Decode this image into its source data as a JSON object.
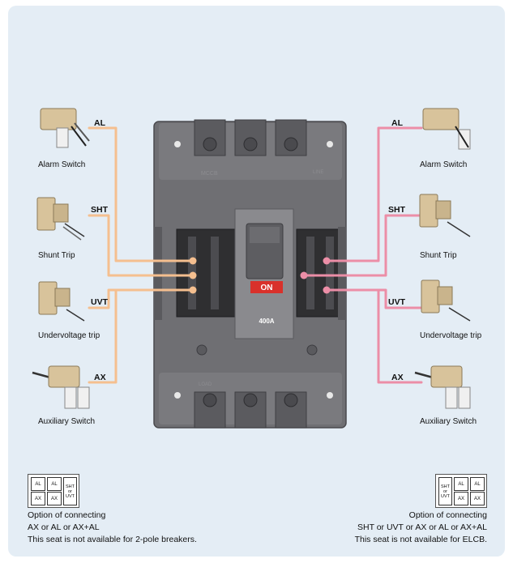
{
  "colors": {
    "left_wire": "#f5bf8f",
    "right_wire": "#ec8ea7",
    "panel": "#e4edf5",
    "on_button": "#d9312b"
  },
  "left_accessories": [
    {
      "code": "AL",
      "name": "Alarm Switch"
    },
    {
      "code": "SHT",
      "name": "Shunt Trip"
    },
    {
      "code": "UVT",
      "name": "Undervoltage trip"
    },
    {
      "code": "AX",
      "name": "Auxiliary Switch"
    }
  ],
  "right_accessories": [
    {
      "code": "AL",
      "name": "Alarm Switch"
    },
    {
      "code": "SHT",
      "name": "Shunt Trip"
    },
    {
      "code": "UVT",
      "name": "Undervoltage trip"
    },
    {
      "code": "AX",
      "name": "Auxiliary Switch"
    }
  ],
  "breaker": {
    "on_label": "ON",
    "rating": "400A",
    "mccb_mark": "MCCB",
    "line_mark": "LINE",
    "load_mark": "LOAD"
  },
  "seat_left": {
    "cells": [
      "AL",
      "AL",
      "SHT or UVT",
      "AX",
      "AX"
    ]
  },
  "seat_right": {
    "cells": [
      "SHT or UVT",
      "AL",
      "AL",
      "AX",
      "AX"
    ]
  },
  "note_left": {
    "line1": "Option of connecting",
    "line2": "AX or AL or AX+AL",
    "line3": "This seat is not available for 2-pole breakers."
  },
  "note_right": {
    "line1": "Option of connecting",
    "line2": "SHT or UVT or AX or AL or AX+AL",
    "line3": "This seat is not available for ELCB."
  }
}
